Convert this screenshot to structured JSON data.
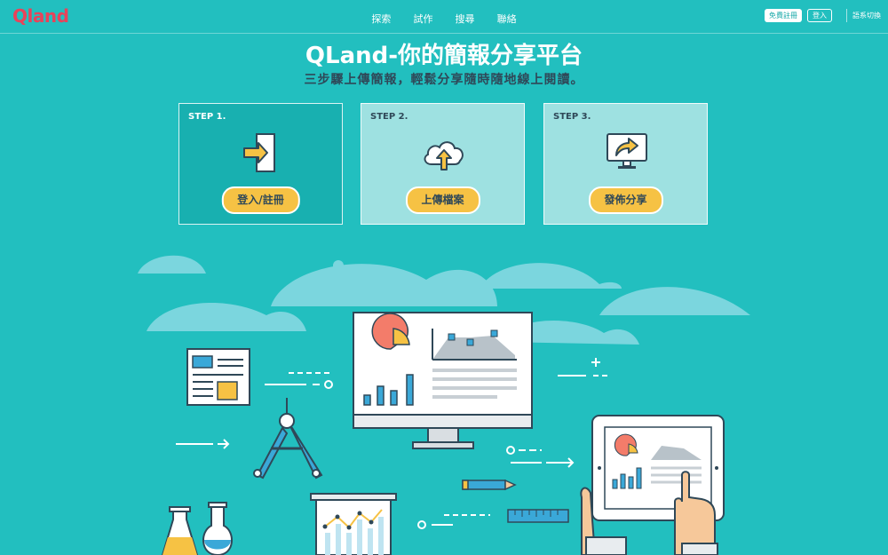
{
  "brand": {
    "logo_text": "Qland"
  },
  "nav": {
    "items": [
      "探索",
      "試作",
      "搜尋",
      "聯絡"
    ]
  },
  "auth": {
    "signup": "免費註冊",
    "login": "登入",
    "language": "語系切換"
  },
  "hero": {
    "title": "QLand-你的簡報分享平台",
    "subtitle": "三步驟上傳簡報，輕鬆分享隨時隨地線上閱讀。"
  },
  "steps": [
    {
      "label": "STEP 1.",
      "button": "登入/註冊",
      "icon": "login-icon"
    },
    {
      "label": "STEP 2.",
      "button": "上傳檔案",
      "icon": "cloud-upload-icon"
    },
    {
      "label": "STEP 3.",
      "button": "發佈分享",
      "icon": "share-monitor-icon"
    }
  ],
  "colors": {
    "background": "#22bfbf",
    "accent": "#f6c244",
    "brand": "#e8435a"
  }
}
